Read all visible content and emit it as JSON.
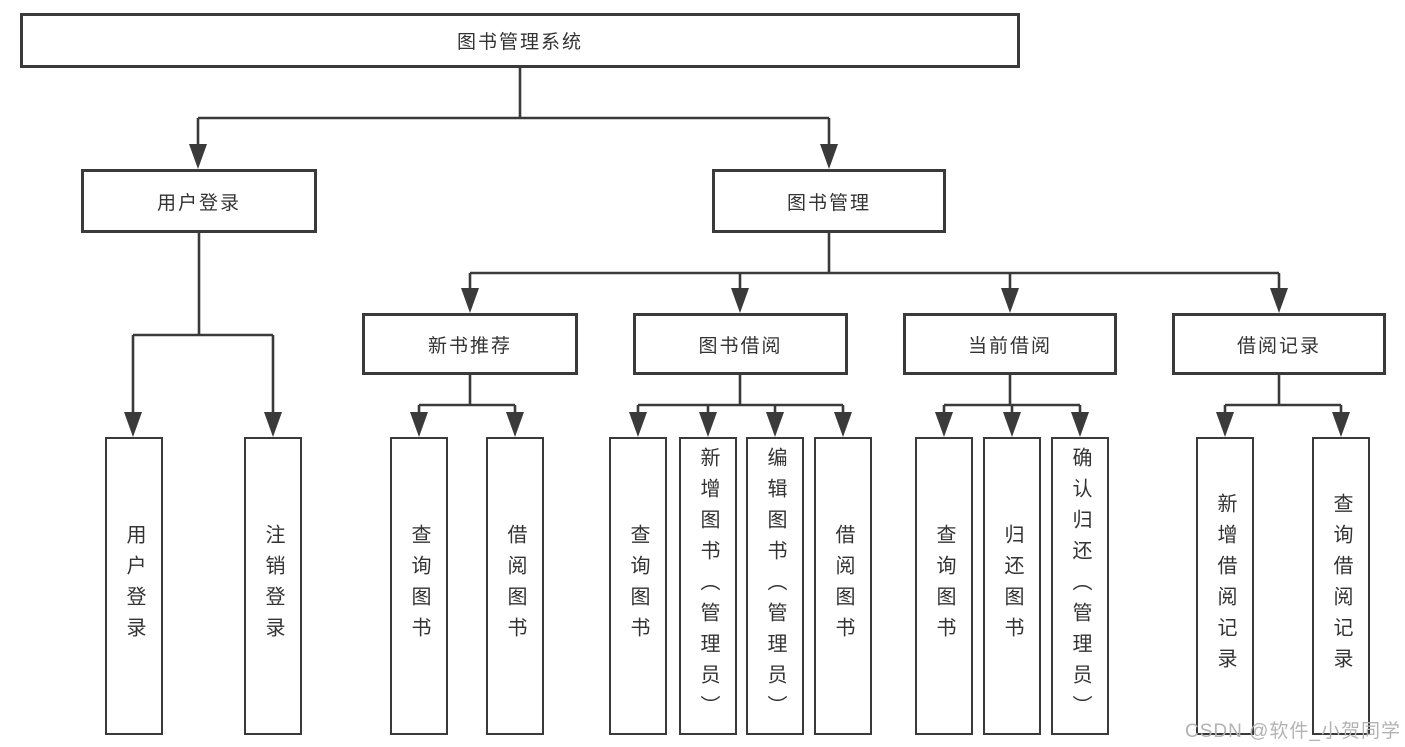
{
  "nodes": {
    "root": {
      "label": "图书管理系统"
    },
    "user_login": {
      "label": "用户登录"
    },
    "book_mgmt": {
      "label": "图书管理"
    },
    "new_book_rec": {
      "label": "新书推荐"
    },
    "book_borrow": {
      "label": "图书借阅"
    },
    "current_borrow": {
      "label": "当前借阅"
    },
    "borrow_records": {
      "label": "借阅记录"
    },
    "leaf_user_login": {
      "label": "用户登录"
    },
    "leaf_logout": {
      "label": "注销登录"
    },
    "leaf_query_book_1": {
      "label": "查询图书"
    },
    "leaf_borrow_book_1": {
      "label": "借阅图书"
    },
    "leaf_query_book_2": {
      "label": "查询图书"
    },
    "leaf_add_book": {
      "label": "新增图书（管理员）"
    },
    "leaf_edit_book": {
      "label": "编辑图书（管理员）"
    },
    "leaf_borrow_book_2": {
      "label": "借阅图书"
    },
    "leaf_query_book_3": {
      "label": "查询图书"
    },
    "leaf_return_book": {
      "label": "归还图书"
    },
    "leaf_confirm_return": {
      "label": "确认归还（管理员）"
    },
    "leaf_add_record": {
      "label": "新增借阅记录"
    },
    "leaf_query_record": {
      "label": "查询借阅记录"
    }
  },
  "watermark": "CSDN @软件_小贺同学",
  "colors": {
    "line": "#3a3a3a",
    "text": "#333333",
    "box_background": "#ffffff",
    "watermark": "#b3b3b3"
  }
}
